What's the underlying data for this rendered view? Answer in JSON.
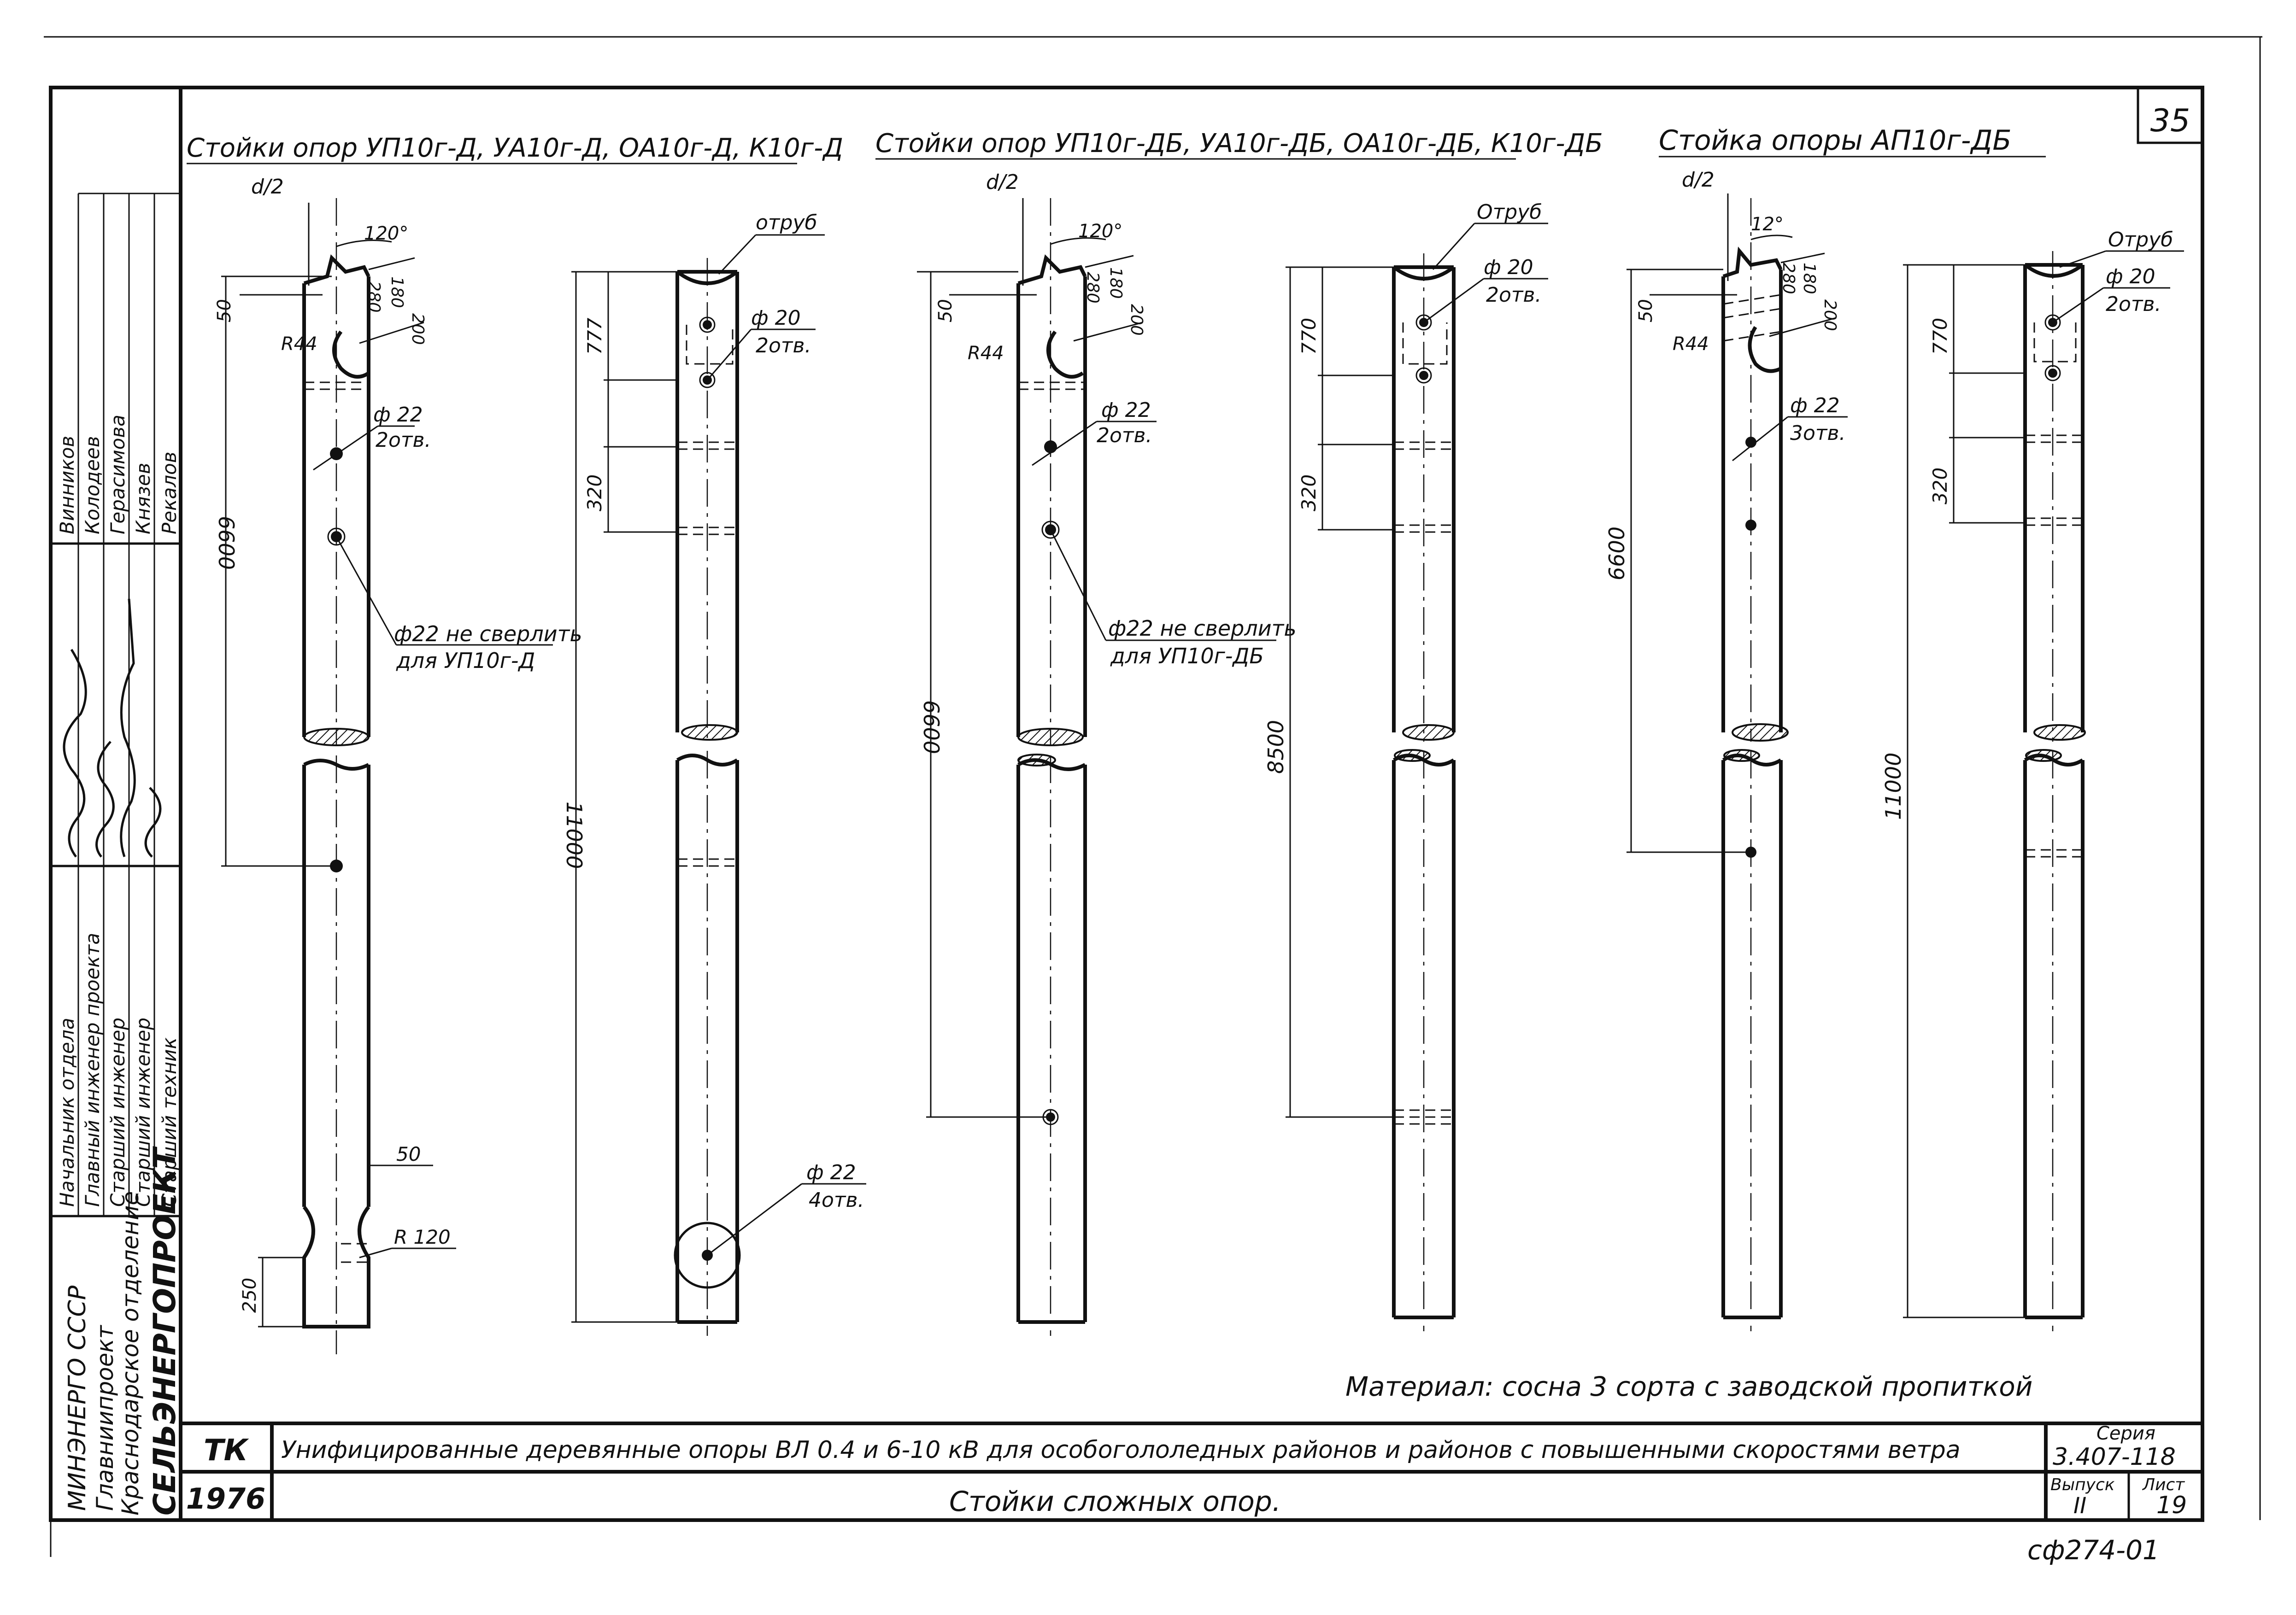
{
  "sheet_number": "35",
  "sections": [
    {
      "title": "Стойки опор УП10г-Д, УА10г-Д, ОА10г-Д, К10г-Д",
      "half_d": "d/2",
      "angle": "120°",
      "dims": {
        "top_50": "50",
        "d280": "280",
        "d180": "180",
        "d200": "200",
        "radius": "R44",
        "length": "6600"
      },
      "hole_upper": {
        "diameter": "ф 22",
        "count": "2отв."
      },
      "hole_note": {
        "diameter": "ф22 не сверлить",
        "note": "для УП10г-Д"
      },
      "bottom": {
        "d50": "50",
        "radius": "R 120",
        "d250": "250"
      }
    },
    {
      "title": "",
      "top_label": "отруб",
      "hole_upper": {
        "diameter": "ф 20",
        "count": "2отв."
      },
      "dims": {
        "d777": "777",
        "d320": "320",
        "length": "11000"
      },
      "hole_bottom": {
        "diameter": "ф 22",
        "count": "4отв."
      }
    },
    {
      "title": "Стойки опор УП10г-ДБ, УА10г-ДБ, ОА10г-ДБ, К10г-ДБ",
      "half_d": "d/2",
      "angle": "120°",
      "dims": {
        "top_50": "50",
        "d280": "280",
        "d180": "180",
        "d200": "200",
        "radius": "R44",
        "length": "6600"
      },
      "hole_upper": {
        "diameter": "ф 22",
        "count": "2отв."
      },
      "hole_note": {
        "diameter": "ф22 не сверлить",
        "note": "для УП10г-ДБ"
      }
    },
    {
      "title": "",
      "top_label": "Отруб",
      "hole_upper": {
        "diameter": "ф 20",
        "count": "2отв."
      },
      "dims": {
        "d770": "770",
        "d320": "320",
        "length": "8500"
      }
    },
    {
      "title": "Стойка опоры АП10г-ДБ",
      "half_d": "d/2",
      "angle": "12°",
      "dims": {
        "top_50": "50",
        "d280": "280",
        "d180": "180",
        "d200": "200",
        "radius": "R44",
        "length": "6600"
      },
      "hole_upper": {
        "diameter": "ф 22",
        "count": "3отв."
      }
    },
    {
      "title": "",
      "top_label": "Отруб",
      "hole_upper": {
        "diameter": "ф 20",
        "count": "2отв."
      },
      "dims": {
        "d770": "770",
        "d320": "320",
        "length": "11000"
      }
    }
  ],
  "material_note": "Материал:  сосна  3 сорта   с  заводской  пропиткой",
  "side_stamp": {
    "org": [
      "МИНЭНЕРГО СССР",
      "Главниипроект",
      "Краснодарское отделение",
      "СЕЛЬЭНЕРГОПРОЕКТ"
    ],
    "roles": [
      "Начальник   отдела",
      "Главный  инженер проекта",
      "Старший   инженер",
      "Старший   инженер",
      "Старший   техник"
    ],
    "names": [
      "Винников",
      "Колодеев",
      "Герасимова",
      "Князев",
      "Рекалов"
    ]
  },
  "title_block": {
    "code": "ТК",
    "year": "1976",
    "description": "Унифицированные деревянные опоры  ВЛ 0.4 и 6-10 кВ  для особогололедных районов и районов с повышенными скоростями ветра",
    "sheet_title": "Стойки      сложных      опор.",
    "series_label": "Серия",
    "series_value": "3.407-118",
    "issue_label": "Выпуск",
    "issue_value": "II",
    "sheet_label": "Лист",
    "sheet_value": "19"
  },
  "footer_code": "сф274-01"
}
